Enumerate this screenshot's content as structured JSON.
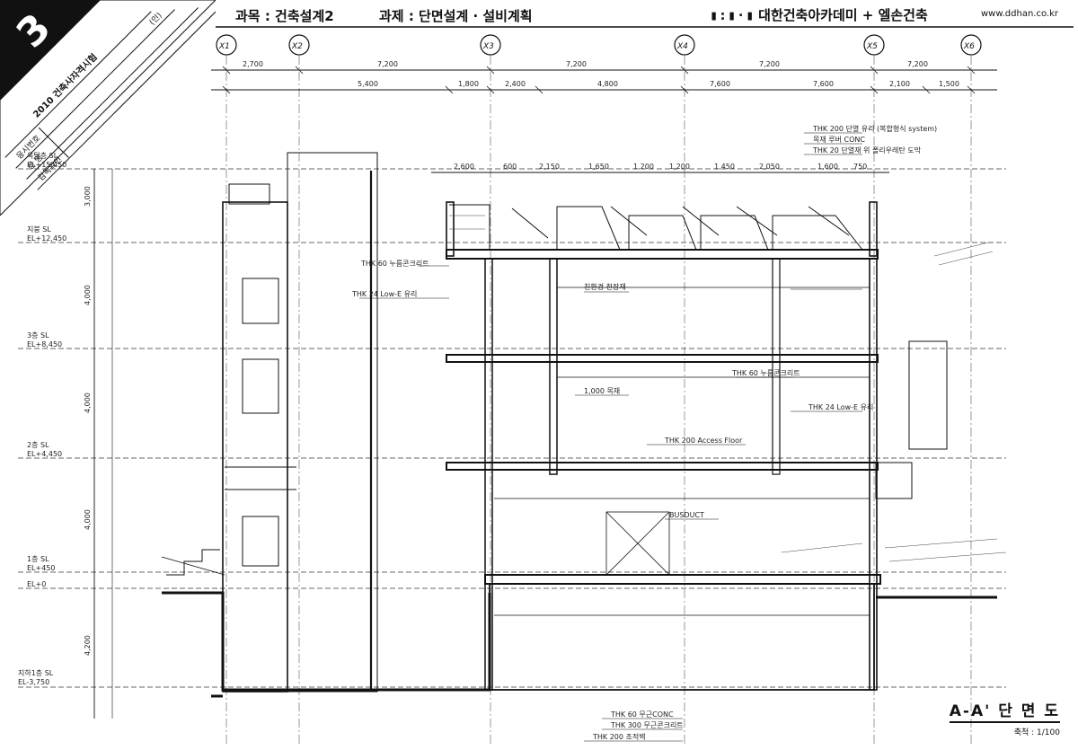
{
  "sheet": {
    "number": "3",
    "exam_label": "2010 건축사자격시험",
    "fields": [
      {
        "label": "응시번호",
        "value": ""
      },
      {
        "label": "성 명",
        "value": ""
      },
      {
        "label": "감독확인",
        "value": ""
      }
    ],
    "seal_mark": "(인)"
  },
  "header": {
    "subject": "과목 : 건축설계2",
    "task": "과제 : 단면설계 · 설비계획",
    "brand_mark": "▮:▮·▮",
    "brand": "대한건축아카데미 + 엘손건축",
    "url": "www.ddhan.co.kr"
  },
  "title_block": {
    "title": "A-A' 단 면 도",
    "scale": "축척 : 1/100"
  },
  "grid": {
    "labels": [
      "X1",
      "X2",
      "X3",
      "X4",
      "X5",
      "X6"
    ],
    "top_dims": [
      "2,700",
      "7,200",
      "7,200",
      "7,200",
      "7,200"
    ],
    "sub_dims": [
      "5,400",
      "1,800",
      "2,400",
      "4,800",
      "7,600",
      "7,600",
      "2,100",
      "1,500"
    ],
    "roof_dims": [
      "2,600",
      "600",
      "2,150",
      "1,650",
      "1,200",
      "1,200",
      "1,450",
      "2,050",
      "1,600",
      "750"
    ]
  },
  "levels": [
    {
      "name": "옥탑층 SL",
      "value": "EL+15,450"
    },
    {
      "name": "지붕 SL",
      "value": "EL+12,450"
    },
    {
      "name": "3층 SL",
      "value": "EL+8,450"
    },
    {
      "name": "2층 SL",
      "value": "EL+4,450"
    },
    {
      "name": "1층 SL",
      "value": "EL+450"
    },
    {
      "name": "",
      "value": "EL+0"
    },
    {
      "name": "지하1층 SL",
      "value": "EL-3,750"
    }
  ],
  "story_heights": [
    "3,000",
    "4,000",
    "4,000",
    "4,000",
    "4,200"
  ],
  "notes": {
    "roof": [
      "THK 200 단열 유리 (복합형식 system)",
      "목재 루버 CONC",
      "THK 20 단열재 위 폴리우레탄 도막"
    ],
    "tags": [
      "THK 60 누름콘크리트",
      "THK 24 Low-E 유리",
      "친환경 천장재",
      "THK 60 누름콘크리트",
      "THK 24 Low-E 유리",
      "THK 200 Access Floor",
      "1,000 목재",
      "BUSDUCT",
      "THK 60 무근CONC",
      "THK 300 무근콘크리트",
      "THK 200 조적벽"
    ]
  },
  "colors": {
    "ink": "#111111",
    "paper": "#ffffff",
    "badge": "#111111"
  }
}
